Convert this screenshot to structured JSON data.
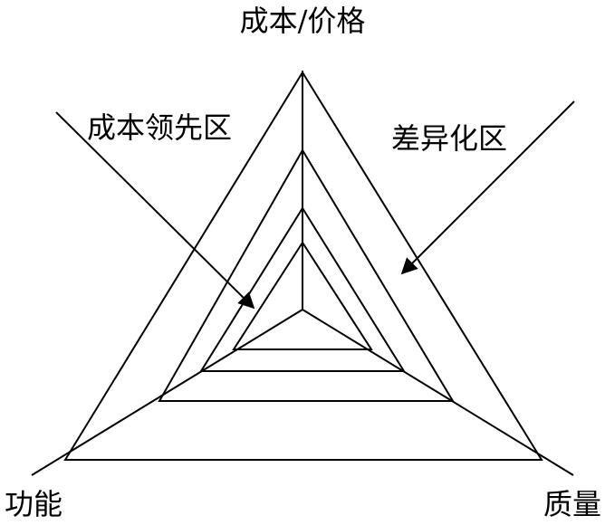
{
  "diagram": {
    "axes": {
      "top_label": "成本/价格",
      "left_label": "功能",
      "right_label": "质量"
    },
    "regions": {
      "cost_leadership_label": "成本领先区",
      "differentiation_label": "差异化区"
    },
    "rings": 4,
    "line_color": "#000000",
    "background_color": "#ffffff"
  }
}
